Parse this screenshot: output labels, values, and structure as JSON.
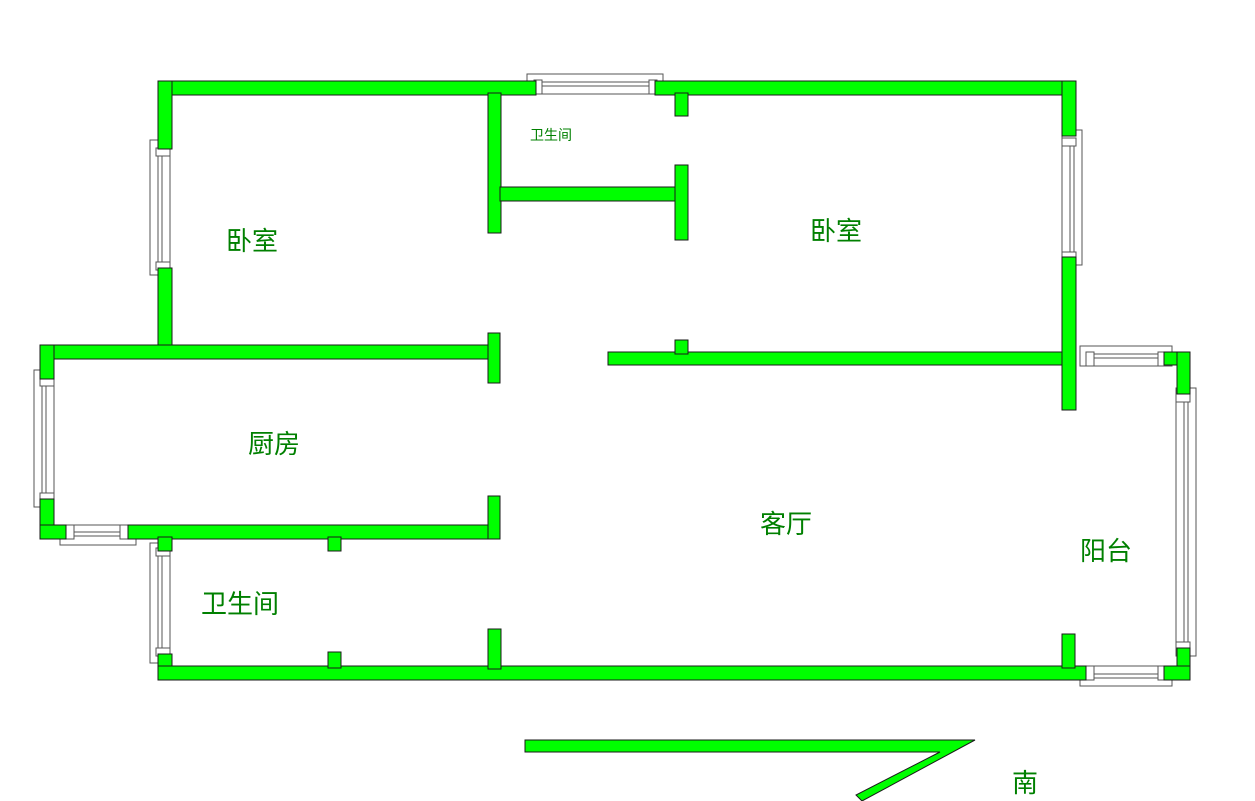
{
  "rooms": {
    "bedroom_left": "卧室",
    "bedroom_right": "卧室",
    "bathroom_top": "卫生间",
    "kitchen": "厨房",
    "bathroom_bottom": "卫生间",
    "living_room": "客厅",
    "balcony": "阳台"
  },
  "compass": {
    "direction": "南"
  },
  "colors": {
    "wall": "#00ff00",
    "label": "#008000"
  }
}
